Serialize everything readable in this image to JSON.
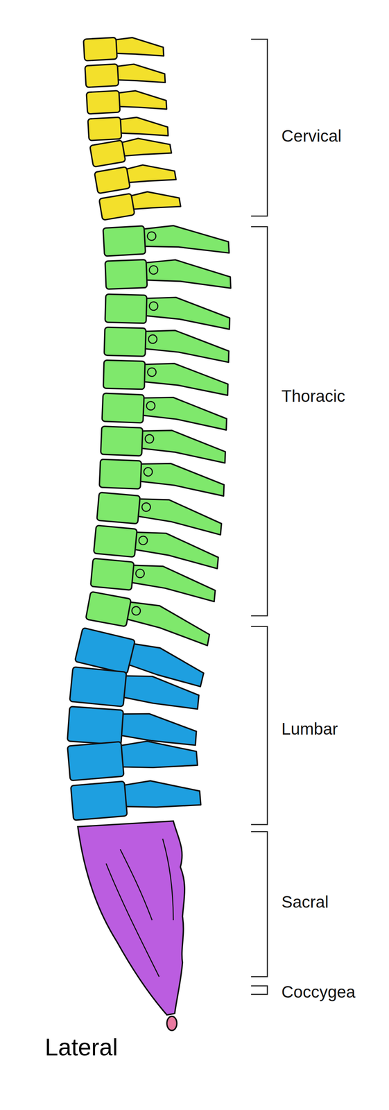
{
  "diagram": {
    "caption": "Lateral",
    "labels": [
      "Cervical",
      "Thoracic",
      "Lumbar",
      "Sacral",
      "Coccygea"
    ]
  }
}
